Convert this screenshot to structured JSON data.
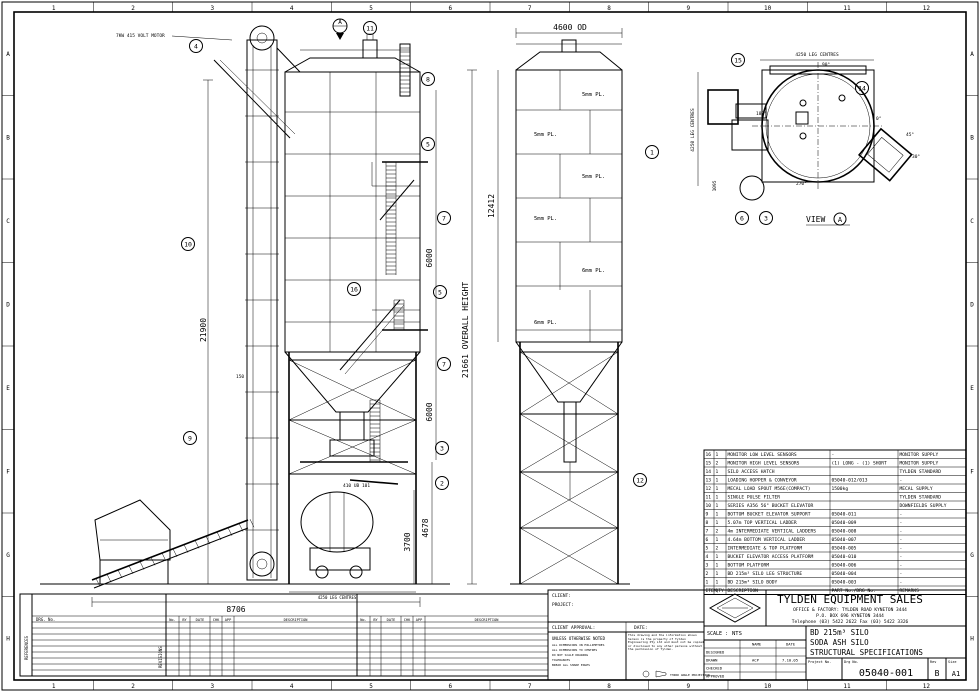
{
  "border": {
    "columns": [
      "1",
      "2",
      "3",
      "4",
      "5",
      "6",
      "7",
      "8",
      "9",
      "10",
      "11",
      "12"
    ],
    "rows": [
      "A",
      "B",
      "C",
      "D",
      "E",
      "F",
      "G",
      "H"
    ]
  },
  "side_elevation": {
    "motor_note": "7KW 415 VOLT MOTOR",
    "dim_height": "21900",
    "dim_width": "8706",
    "dim_legs": "4250 LEG CENTRES",
    "dim_6000_upper": "6000",
    "dim_6000_lower": "6000",
    "dim_3700": "3700",
    "dim_4678": "4678",
    "beam_note": "410 UB 101",
    "dim_150": "150"
  },
  "front_elevation": {
    "dim_od": "4600 OD",
    "dim_12412": "12412",
    "dim_overall": "21661 OVERALL HEIGHT",
    "plates": [
      "5mm PL.",
      "5mm PL.",
      "5mm PL.",
      "5mm PL.",
      "6mm PL.",
      "6mm PL."
    ]
  },
  "plan_view": {
    "dim_legs": "4250 LEG CENTRES",
    "dim_side": "4250 LEG CENTRES",
    "view_label": "VIEW",
    "view_letter": "A",
    "angles": [
      "90°",
      "180°",
      "0°",
      "270°",
      "45°",
      "30°"
    ],
    "dim_1095": "1095"
  },
  "balloons": [
    "1",
    "2",
    "3",
    "4",
    "5",
    "6",
    "7",
    "8",
    "9",
    "10",
    "11",
    "12",
    "14",
    "15",
    "16"
  ],
  "view_marker": "A",
  "parts_list": {
    "headers": [
      "ITEM",
      "QTY",
      "DESCRIPTION",
      "PART No./DRG No.",
      "REMARKS"
    ],
    "rows": [
      [
        "16",
        "1",
        "MONITOR LOW LEVEL SENSORS",
        "-",
        "MONITOR SUPPLY"
      ],
      [
        "15",
        "2",
        "MONITOR HIGH LEVEL SENSORS",
        "(1) LONG - (1) SHORT",
        "MONITOR SUPPLY"
      ],
      [
        "14",
        "1",
        "SILO ACCESS HATCH",
        "",
        "TYLDEN STANDARD"
      ],
      [
        "13",
        "1",
        "LOADING HOPPER & CONVEYOR",
        "05040-012/013",
        "-"
      ],
      [
        "12",
        "1",
        "MECAL LOAD SPOUT M56E(COMPACT)",
        "1500kg",
        "MECAL SUPPLY"
      ],
      [
        "11",
        "1",
        "SINGLE PULSE FILTER",
        "",
        "TYLDEN STANDARD"
      ],
      [
        "10",
        "1",
        "SERIES A356 56\" BUCKET ELEVATOR",
        "",
        "DOWNFIELDS SUPPLY"
      ],
      [
        "9",
        "1",
        "BOTTOM BUCKET ELEVATOR SUPPORT",
        "05040-011",
        "-"
      ],
      [
        "8",
        "1",
        "5.07m TOP VERTICAL LADDER",
        "05040-009",
        "-"
      ],
      [
        "7",
        "2",
        "4m INTERMEDIATE VERTICAL LADDERS",
        "05040-008",
        "-"
      ],
      [
        "6",
        "1",
        "4.64m BOTTOM VERTICAL LADDER",
        "05040-007",
        "-"
      ],
      [
        "5",
        "2",
        "INTERMEDIATE & TOP PLATFORM",
        "05040-005",
        "-"
      ],
      [
        "4",
        "1",
        "BUCKET ELEVATOR ACCESS PLATFORM",
        "05040-010",
        "-"
      ],
      [
        "3",
        "1",
        "BOTTOM PLATFORM",
        "05040-006",
        "-"
      ],
      [
        "2",
        "1",
        "BD 215m³ SILO LEG STRUCTURE",
        "05040-004",
        "-"
      ],
      [
        "1",
        "1",
        "BD 215m³ SILO BODY",
        "05040-003",
        "-"
      ]
    ]
  },
  "revision_block": {
    "left_header": [
      "DRG. No."
    ],
    "mid_headers": [
      "No.",
      "BY",
      "DATE",
      "CHK",
      "APP",
      "DESCRIPTION"
    ],
    "references_label": "REFERENCES",
    "revisions_label": "REVISIONS"
  },
  "client_block": {
    "client": "CLIENT:",
    "project": "PROJECT:",
    "client_approval": "CLIENT APPROVAL:",
    "date": "DATE:",
    "notes_title": "UNLESS OTHERWISE NOTED",
    "notes": [
      "ALL DIMENSIONS IN MILLIMETRES",
      "ALL DIMENSIONS TO CENTRES",
      "DO NOT SCALE DRAWING",
      "TOLERANCES",
      "BREAK ALL SHARP EDGES"
    ],
    "copyright": "This drawing and the information shown hereon is the property of Tylden Engineering Pty Ltd and must not be copied or disclosed to any other persons without the permission of Tylden.",
    "projection": "THIRD ANGLE PROJECTION"
  },
  "title_block": {
    "company": "TYLDEN EQUIPMENT SALES",
    "address1": "OFFICE & FACTORY: TYLDEN ROAD KYNETON 3444",
    "address2": "P.O. BOX 696 KYNETON 3444",
    "phone": "Telephone (03) 5422 2622 Fax (03) 5422 3326",
    "scale_label": "SCALE :",
    "scale_value": "NTS",
    "title1": "BD 215m³ SILO",
    "title2": "SODA ASH SILO",
    "title3": "STRUCTURAL SPECIFICATIONS",
    "name_label": "NAME",
    "date_label": "DATE",
    "roles": [
      "DESIGNED",
      "DRAWN",
      "CHECKED",
      "APPROVED"
    ],
    "drawn_by": "ACP",
    "drawn_date": "7.10.05",
    "project_no_label": "Project No.",
    "drg_no_label": "Drg No.",
    "drg_no": "05040-001",
    "rev_label": "Rev",
    "rev": "B",
    "size_label": "Size",
    "size": "A1"
  }
}
